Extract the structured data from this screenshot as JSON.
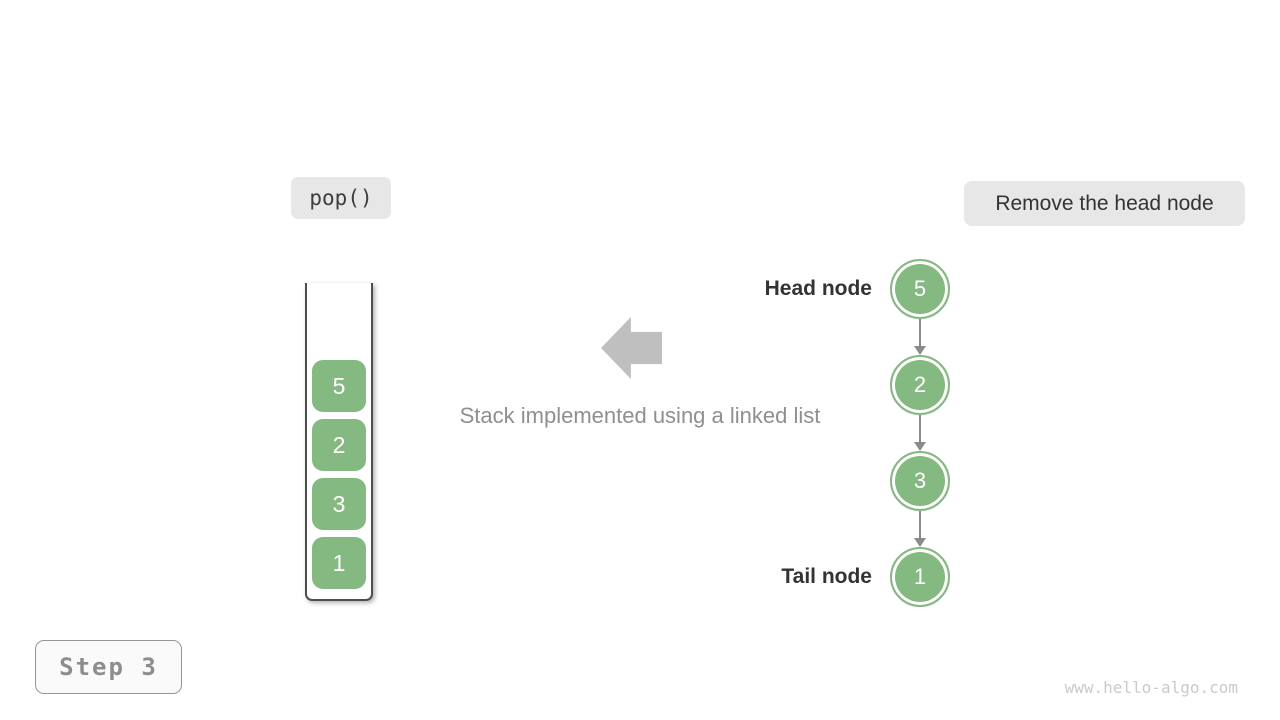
{
  "colors": {
    "node_green": "#85b982",
    "container_border": "#4e4e4e",
    "chip_bg": "#e7e7e7",
    "big_arrow_gray": "#bfbfbf",
    "link_arrow_gray": "#8a8a8a",
    "label_dark": "#333333",
    "caption_gray": "#8f8f8f",
    "step_gray": "#8d8d8d",
    "watermark_gray": "#cacaca"
  },
  "operation_label": "pop()",
  "action_label": "Remove the head node",
  "stack": {
    "items": [
      "5",
      "2",
      "3",
      "1"
    ]
  },
  "caption": "Stack implemented using a linked list",
  "linked_list": {
    "head_label": "Head node",
    "tail_label": "Tail node",
    "nodes": [
      "5",
      "2",
      "3",
      "1"
    ]
  },
  "step_label": "Step 3",
  "watermark": "www.hello-algo.com"
}
